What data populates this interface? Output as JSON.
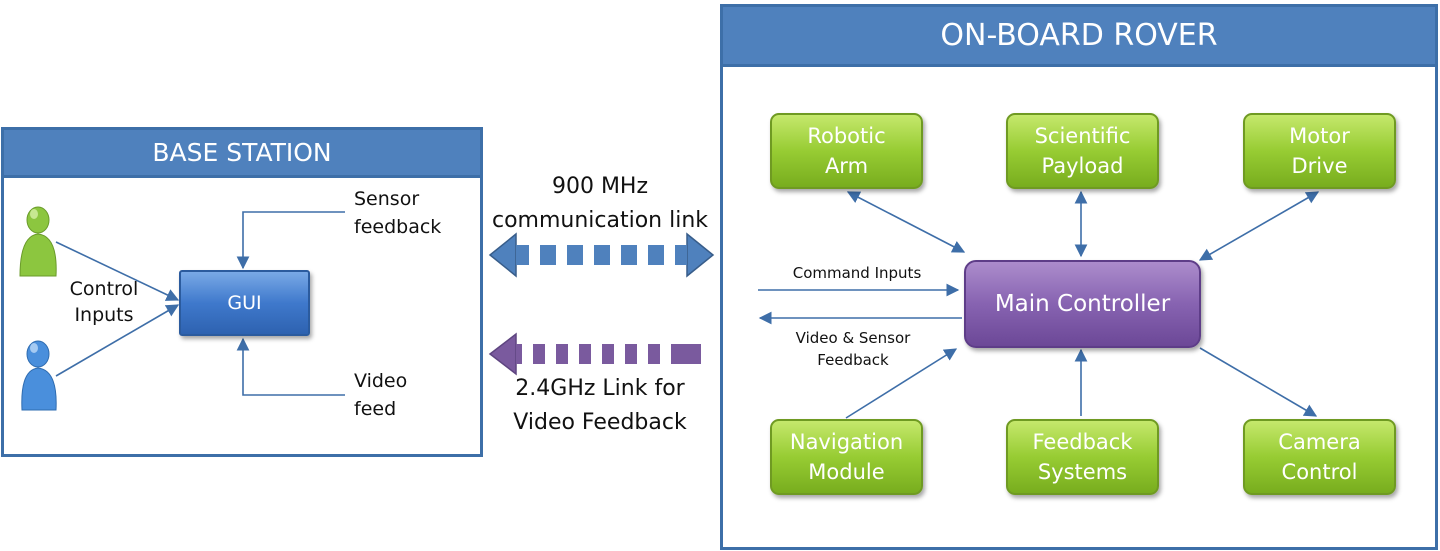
{
  "base_station": {
    "title": "BASE STATION",
    "gui_label": "GUI",
    "control_inputs_label": "Control\nInputs",
    "sensor_feedback_label": "Sensor\nfeedback",
    "video_feed_label": "Video\nfeed"
  },
  "links": {
    "comm_link_label": "900 MHz\ncommunication link",
    "video_link_label": "2.4GHz Link for\nVideo Feedback"
  },
  "rover": {
    "title": "ON-BOARD ROVER",
    "main_controller": "Main Controller",
    "command_inputs_label": "Command Inputs",
    "video_sensor_feedback_label": "Video & Sensor\nFeedback",
    "modules": {
      "robotic_arm": "Robotic\nArm",
      "scientific_payload": "Scientific\nPayload",
      "motor_drive": "Motor\nDrive",
      "navigation_module": "Navigation\nModule",
      "feedback_systems": "Feedback\nSystems",
      "camera_control": "Camera\nControl"
    }
  },
  "colors": {
    "panel_header": "#4f81bd",
    "panel_border": "#3d6fa8",
    "module_green": "#92c83e",
    "controller_purple": "#8763b1",
    "gui_blue": "#3f79cc",
    "arrow_blue": "#3e6ea8",
    "comm_link_blue": "#4f81bd",
    "video_link_purple": "#7a5a9e",
    "user_green": "#8cc63f",
    "user_blue": "#4a8fdc"
  },
  "icons": {
    "users": [
      "user-green-icon",
      "user-blue-icon"
    ]
  }
}
